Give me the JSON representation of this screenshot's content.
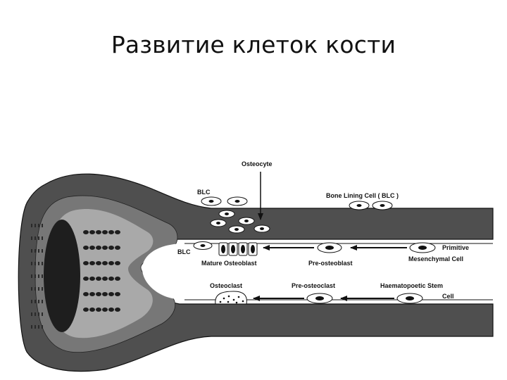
{
  "title": "Развитие клеток кости",
  "diagram": {
    "labels": {
      "osteocyte": "Osteocyte",
      "blc_top": "BLC",
      "bone_lining_cell": "Bone Lining Cell ( BLC )",
      "blc_mid": "BLC",
      "mature_osteoblast": "Mature Osteoblast",
      "pre_osteoblast": "Pre-osteoblast",
      "primitive_line1": "Primitive",
      "primitive_line2": "Mesenchymal Cell",
      "osteoclast": "Osteoclast",
      "pre_osteoclast": "Pre-osteoclast",
      "haematopoetic_line1": "Haematopoetic Stem",
      "haematopoetic_line2": "Cell"
    },
    "colors": {
      "bone_dark": "#4f4f4f",
      "bone_mid": "#767676",
      "bone_light": "#a9a9a9",
      "marrow": "#1e1e1e",
      "cell_fill": "#ffffff",
      "ink": "#111111"
    }
  }
}
